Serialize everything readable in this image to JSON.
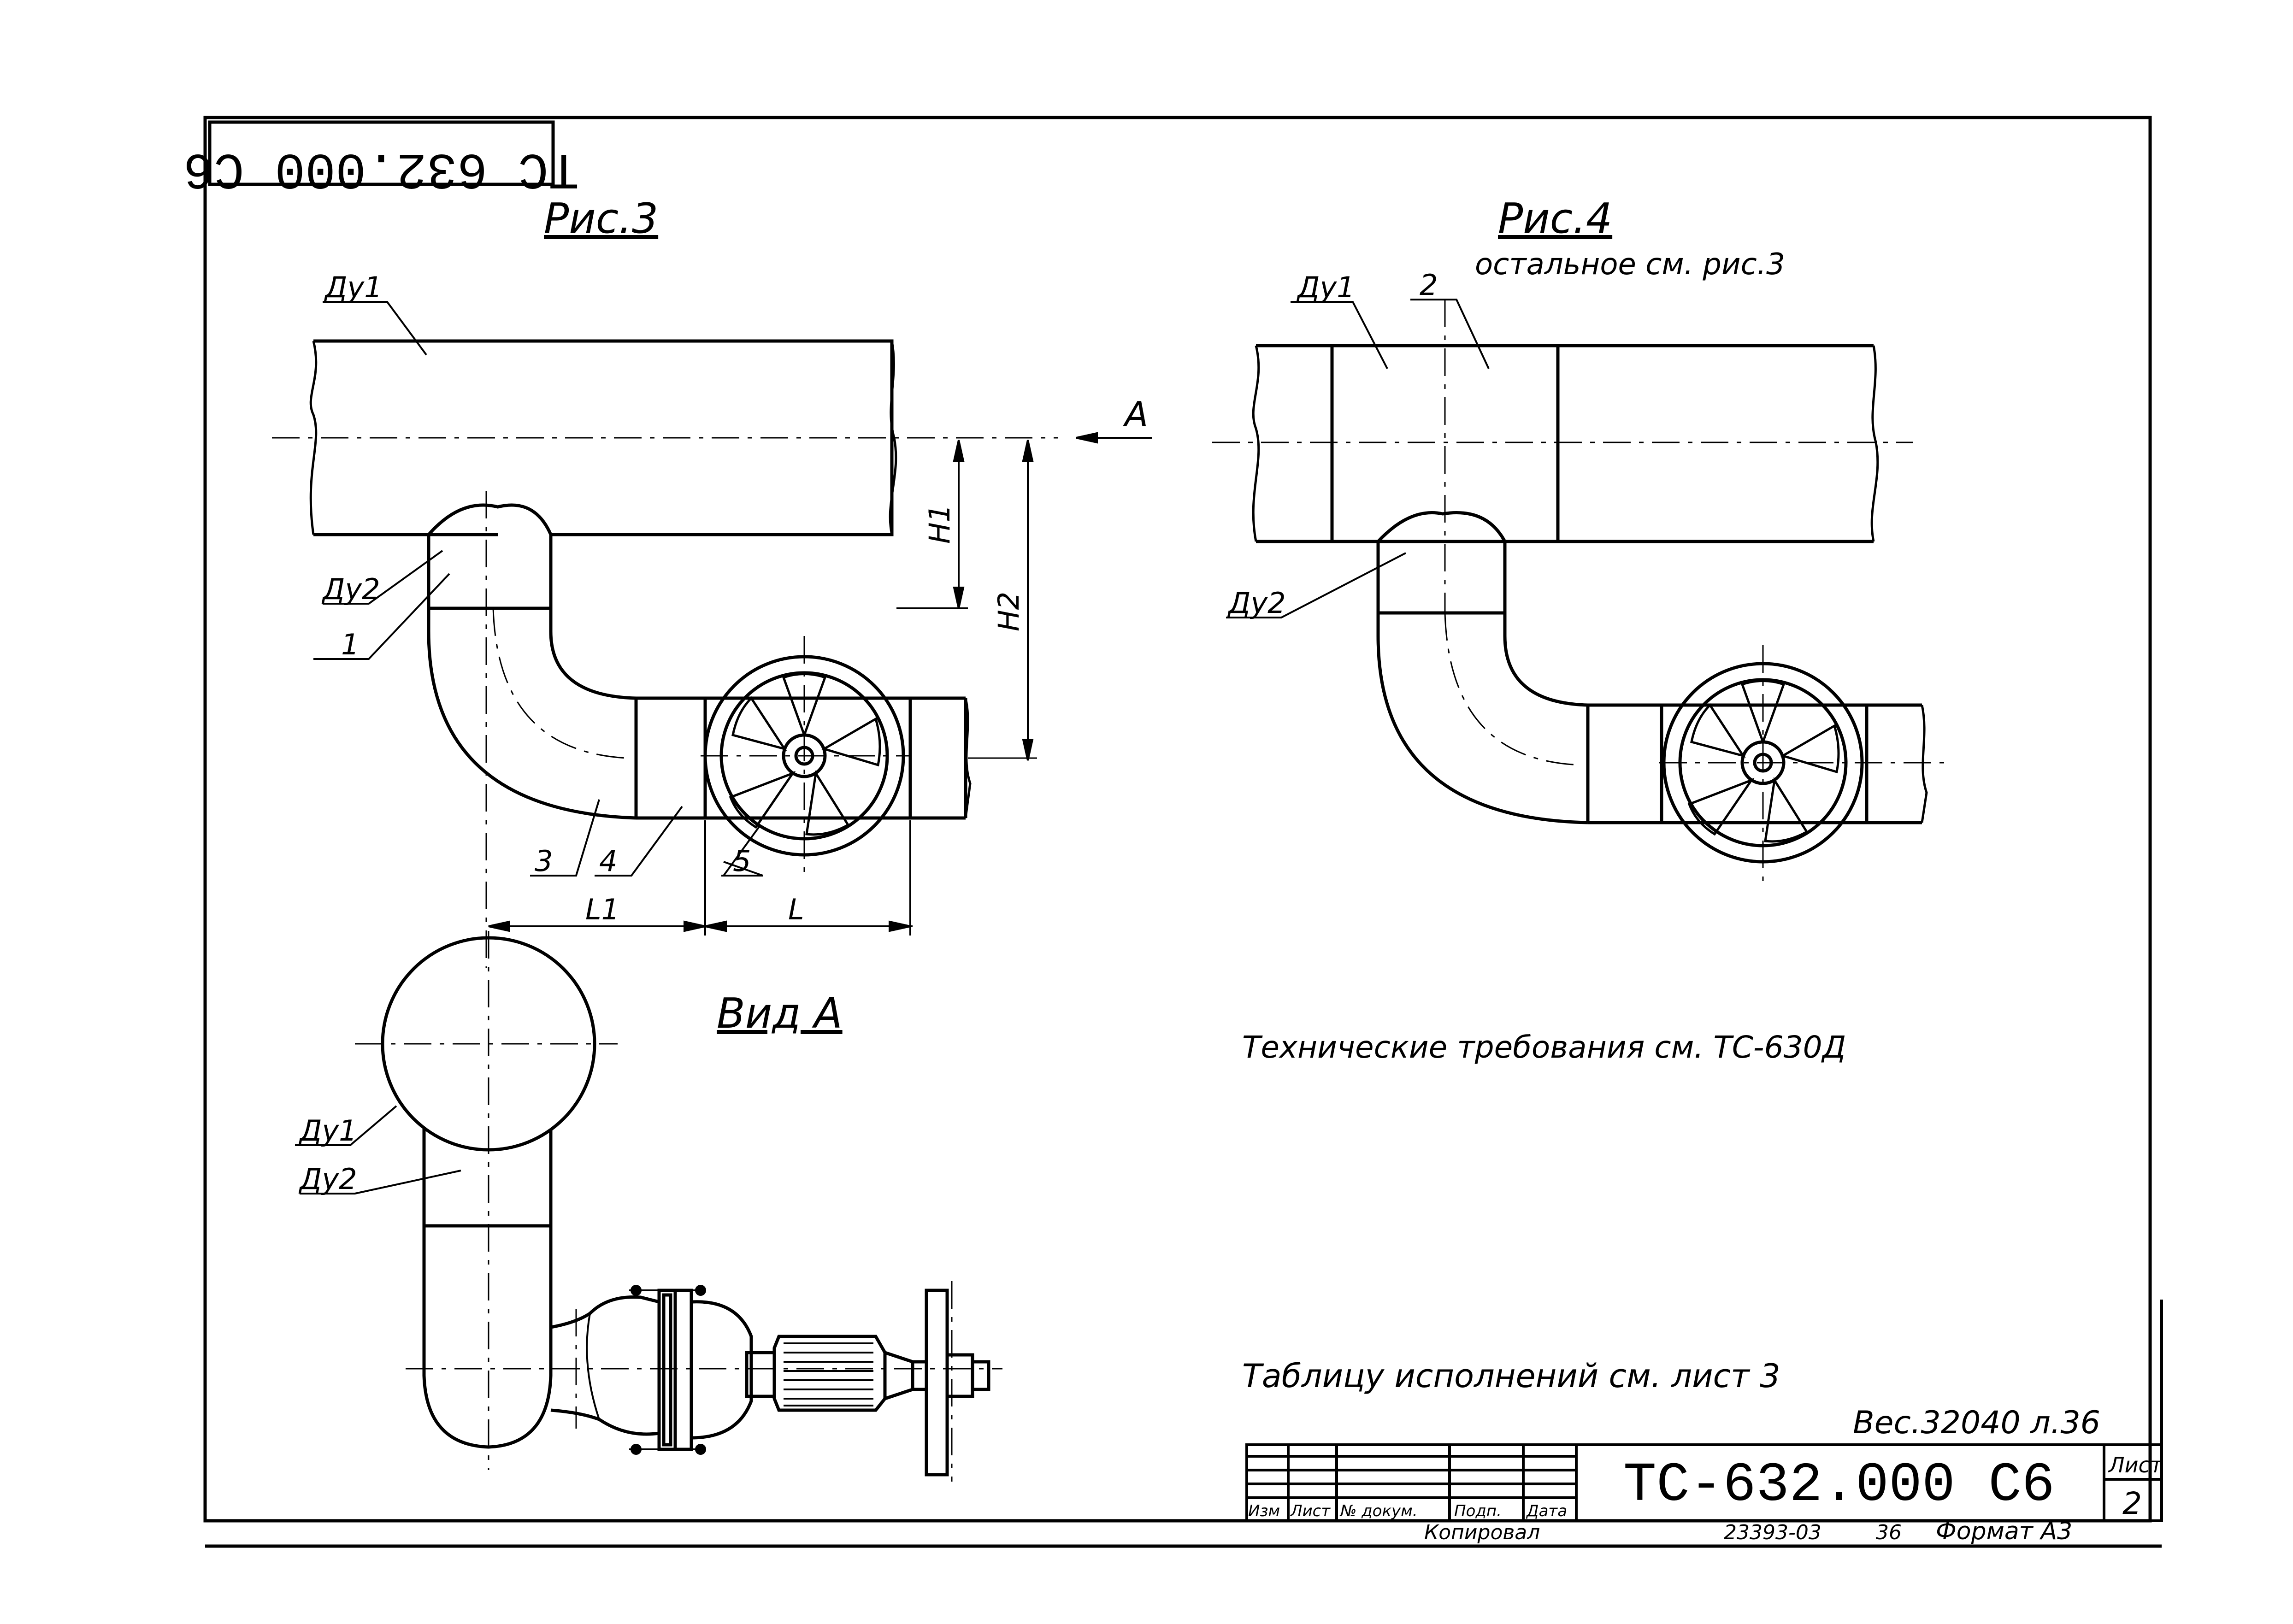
{
  "stamp": {
    "text": "ТС 632.000 С6"
  },
  "fig3": {
    "title": "Рис.3",
    "labels": {
      "dy1": "Ду1",
      "dy2": "Ду2",
      "l1": "L1",
      "l": "L",
      "h1": "H1",
      "h2": "H2",
      "view_arrow": "А"
    },
    "positions": [
      "1",
      "3",
      "4",
      "5"
    ]
  },
  "fig4": {
    "title": "Рис.4",
    "subtitle": "остальное см. рис.3",
    "labels": {
      "dy1": "Ду1",
      "dy2": "Ду2",
      "pos2": "2"
    }
  },
  "view_a": {
    "title": "Вид А",
    "labels": {
      "dy1": "Ду1",
      "dy2": "Ду2"
    }
  },
  "notes": {
    "tech_requirements": "Технические требования см. ТС-630Д",
    "variants_table": "Таблицу исполнений см. лист 3"
  },
  "title_block": {
    "inv_number": "Вес.32040 л.36",
    "designation": "ТС-632.000 С6",
    "sheet_label": "Лист",
    "sheet_number": "2",
    "columns": [
      "Изм",
      "Лист",
      "№ докум.",
      "Подп.",
      "Дата"
    ],
    "copied_by": "Копировал",
    "order_number": "23393-03",
    "order_sheet": "36",
    "format": "Формат А3"
  }
}
